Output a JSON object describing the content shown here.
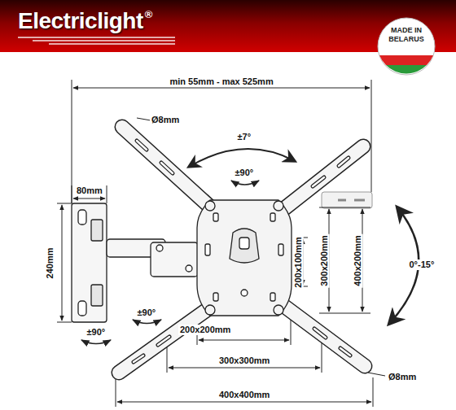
{
  "diagram": {
    "nodes": [
      {
        "text": [
          "Electriclight",
          "®"
        ]
      },
      {
        "text": [
          "MADE IN BELARUS"
        ]
      }
    ],
    "labels": [
      "min 55mm - max 525mm",
      "Ø8mm",
      "±7°",
      "±90°",
      "80mm",
      "240mm",
      "200x100mm",
      "300x200mm",
      "400x200mm",
      "0°-15°",
      "±90°",
      "±90°",
      "200x200mm",
      "300x300mm",
      "Ø8mm",
      "400x400mm"
    ]
  }
}
